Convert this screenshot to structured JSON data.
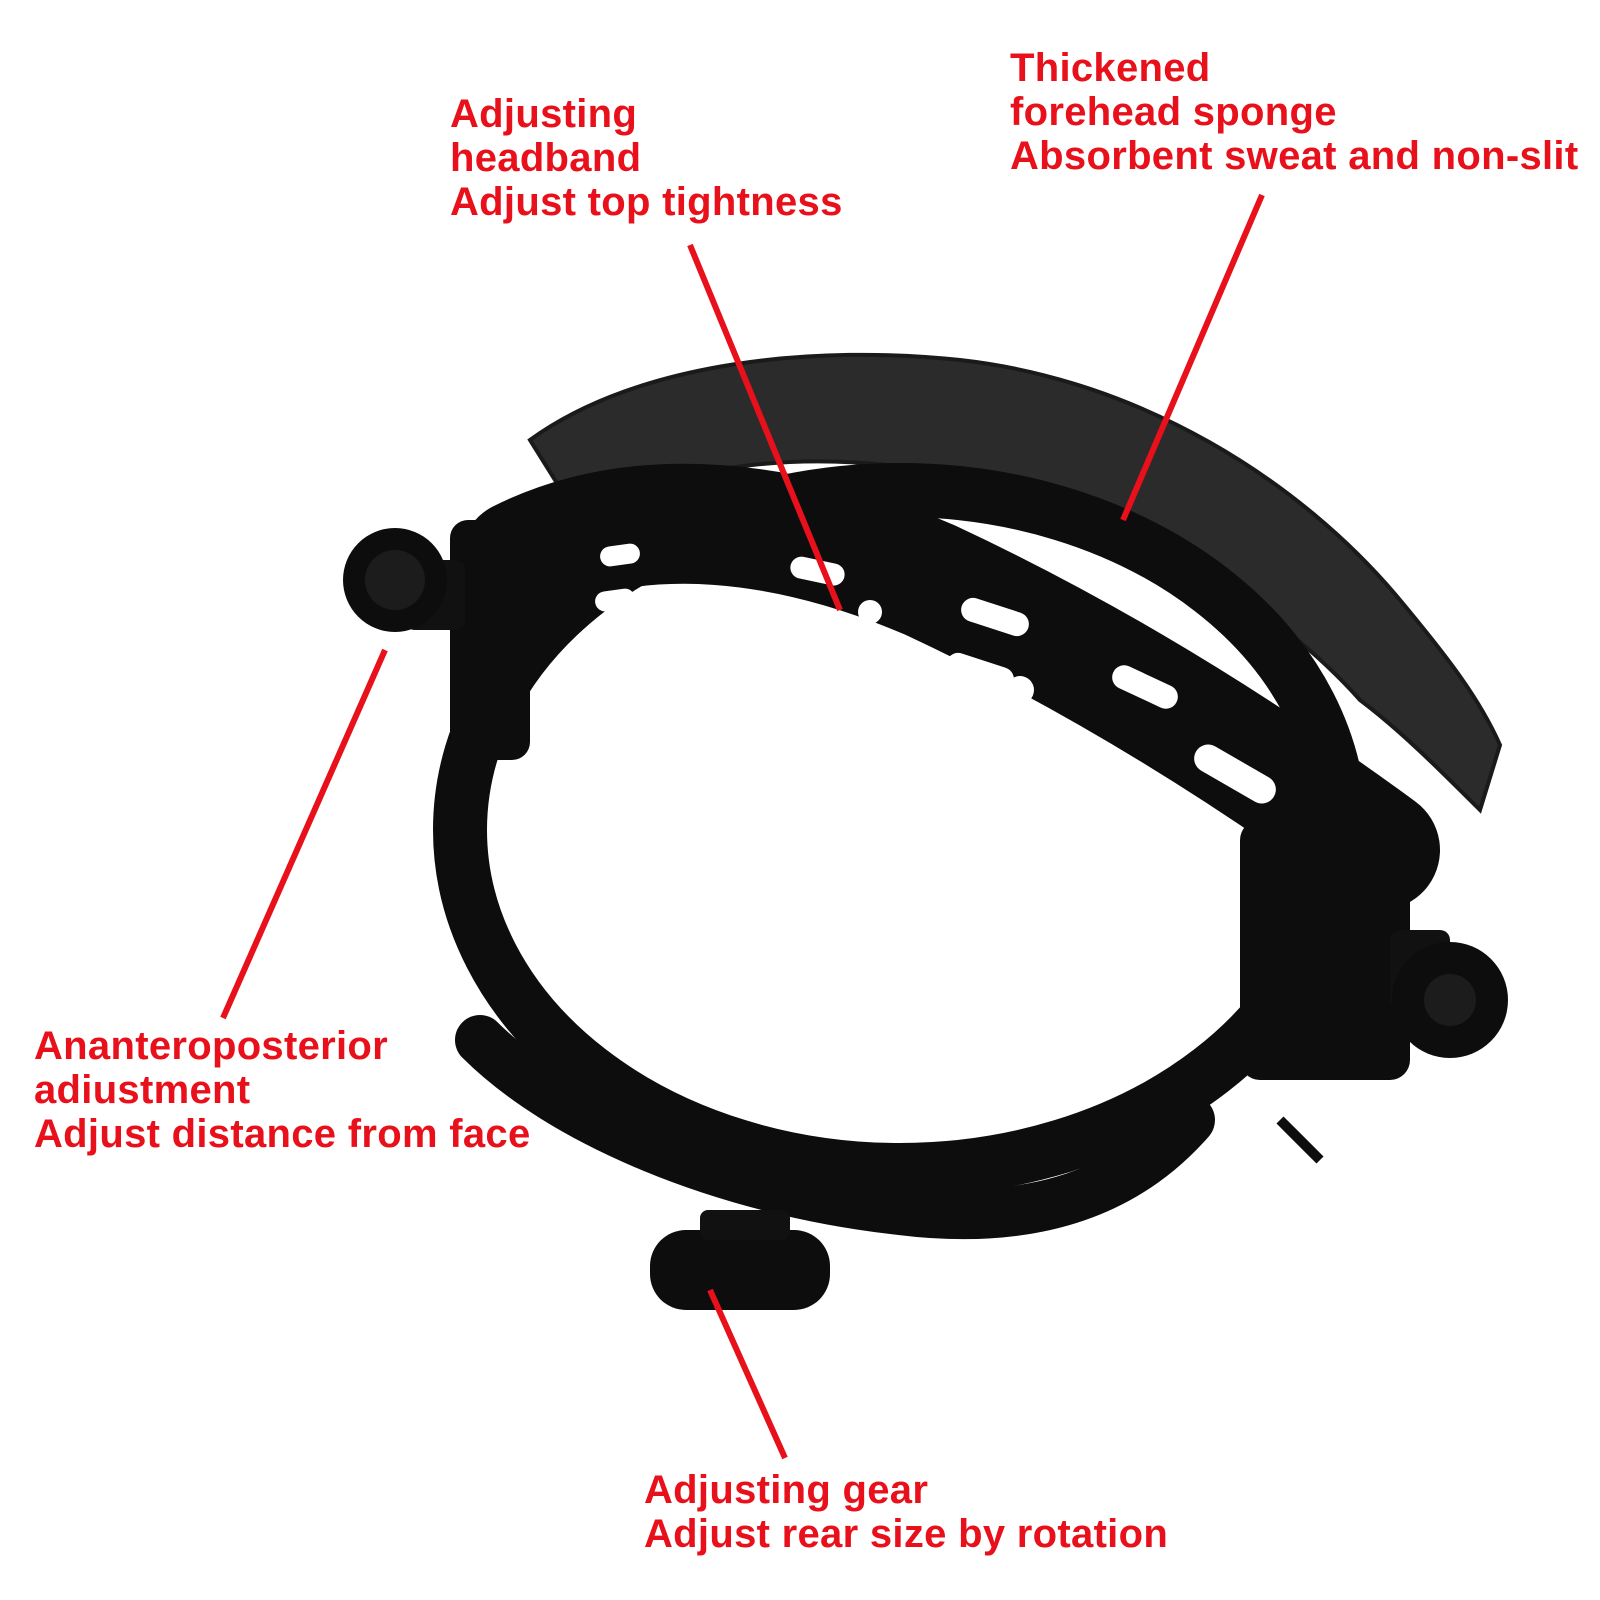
{
  "callouts": {
    "headband": {
      "lines": [
        "Adjusting",
        "headband",
        "Adjust top tightness"
      ]
    },
    "sponge": {
      "lines": [
        "Thickened",
        "forehead sponge",
        "Absorbent sweat and non-slit"
      ]
    },
    "anteroposterior": {
      "lines": [
        "Ananteroposterior",
        "adiustment",
        "Adjust distance from face"
      ]
    },
    "gear": {
      "lines": [
        "Adjusting gear",
        "Adjust rear size by rotation"
      ]
    }
  },
  "colors": {
    "callout_text": "#e8101a",
    "leader_line": "#e8101a",
    "headgear": "#0d0d0d",
    "sponge": "#2b2b2b",
    "background": "#ffffff"
  }
}
